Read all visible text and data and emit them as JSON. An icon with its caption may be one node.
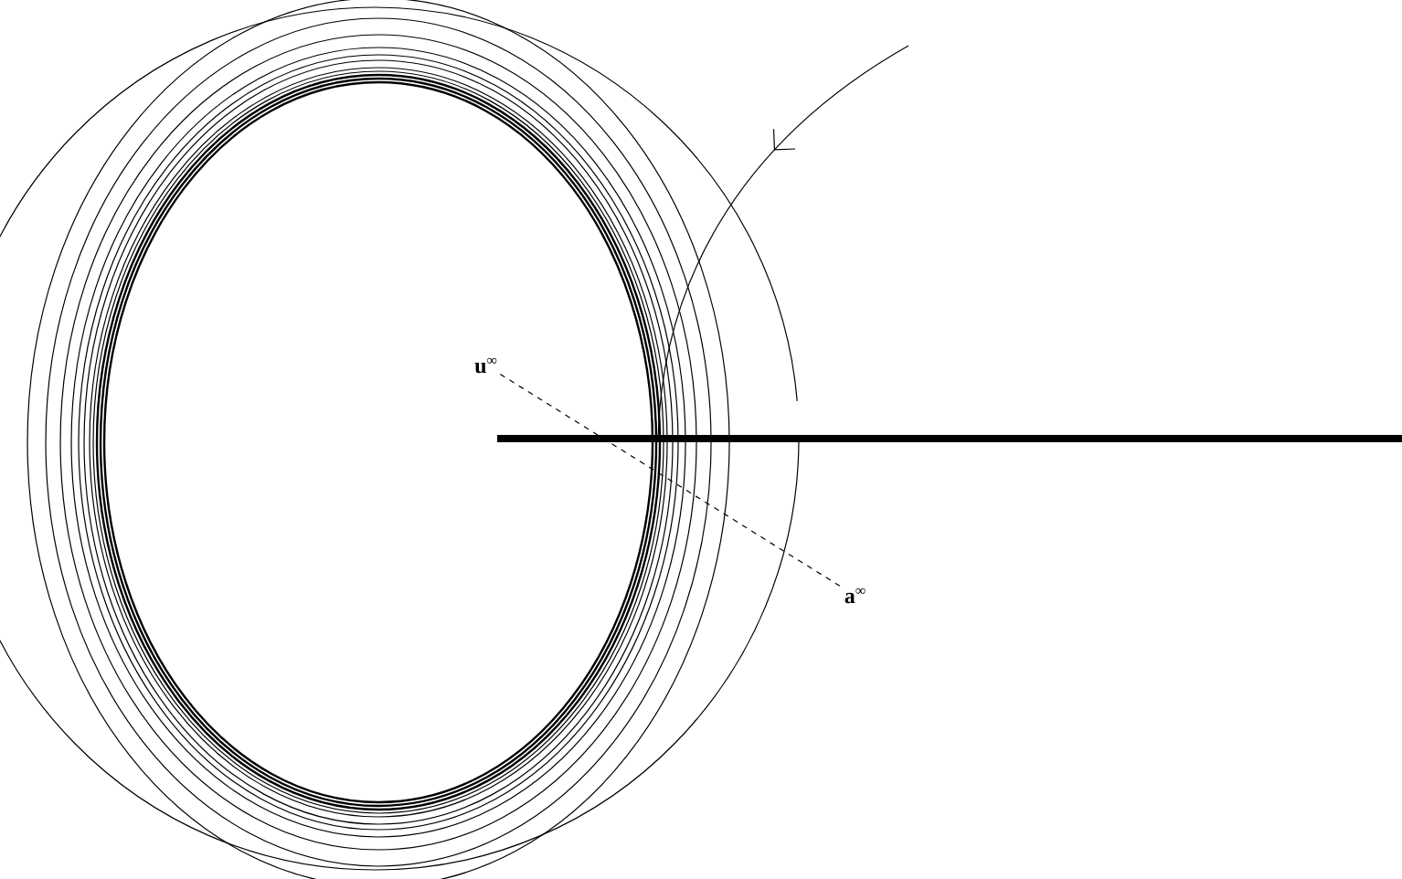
{
  "diagram": {
    "nodes": [
      {
        "text": [
          "**u**$^{∞}$"
        ]
      },
      {
        "text": [
          "**a**$^{∞}$"
        ]
      }
    ],
    "edges": [
      {
        "from": 0,
        "to": 1,
        "arrow": "none",
        "style": "dashed"
      }
    ]
  }
}
